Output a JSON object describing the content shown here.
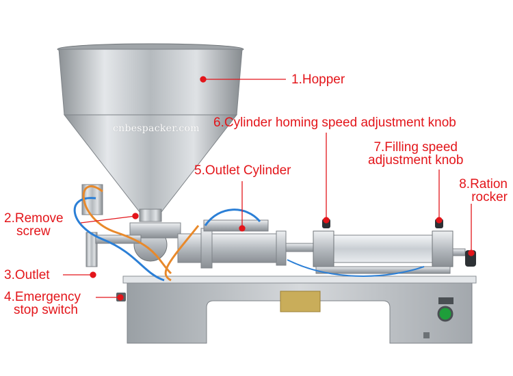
{
  "watermark": "cnbespacker.com",
  "labels": {
    "hopper": "1.Hopper",
    "remove_screw": [
      "2.Remove",
      "screw"
    ],
    "outlet": "3.Outlet",
    "emergency_stop": [
      "4.Emergency",
      "stop switch"
    ],
    "outlet_cylinder": "5.Outlet Cylinder",
    "homing_knob": "6.Cylinder homing speed adjustment knob",
    "filling_knob": [
      "7.Filling speed",
      "adjustment knob"
    ],
    "ration_rocker": [
      "8.Ration",
      "rocker"
    ]
  },
  "colors": {
    "label": "#e3151a",
    "leader": "#e3151a",
    "steel": "#c7cbcf",
    "hose_blue": "#2b7fd6",
    "hose_orange": "#e8892b"
  }
}
